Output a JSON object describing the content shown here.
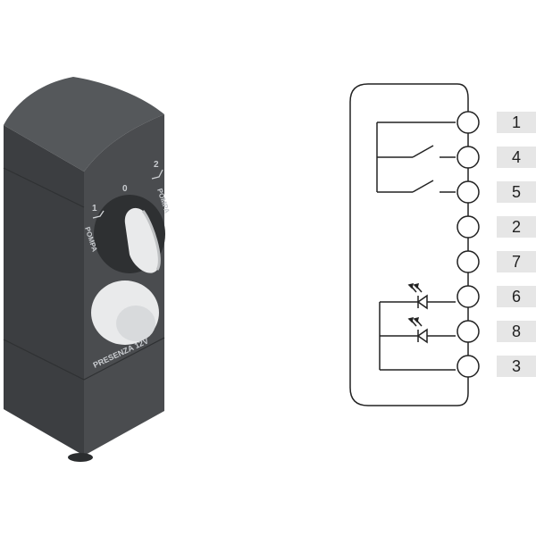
{
  "device": {
    "positions": {
      "left": "1",
      "center": "0",
      "right": "2"
    },
    "left_label": "POMPA",
    "right_label": "POMPA",
    "bottom_label": "PRESENZA 12V"
  },
  "schematic": {
    "terminals": [
      "1",
      "4",
      "5",
      "2",
      "7",
      "6",
      "8",
      "3"
    ]
  },
  "colors": {
    "housing": "#4a4c4f",
    "housing_dark": "#3a3c3f",
    "knob": "#e9eaeb",
    "label_bg": "#e6e6e6",
    "line": "#222222"
  }
}
